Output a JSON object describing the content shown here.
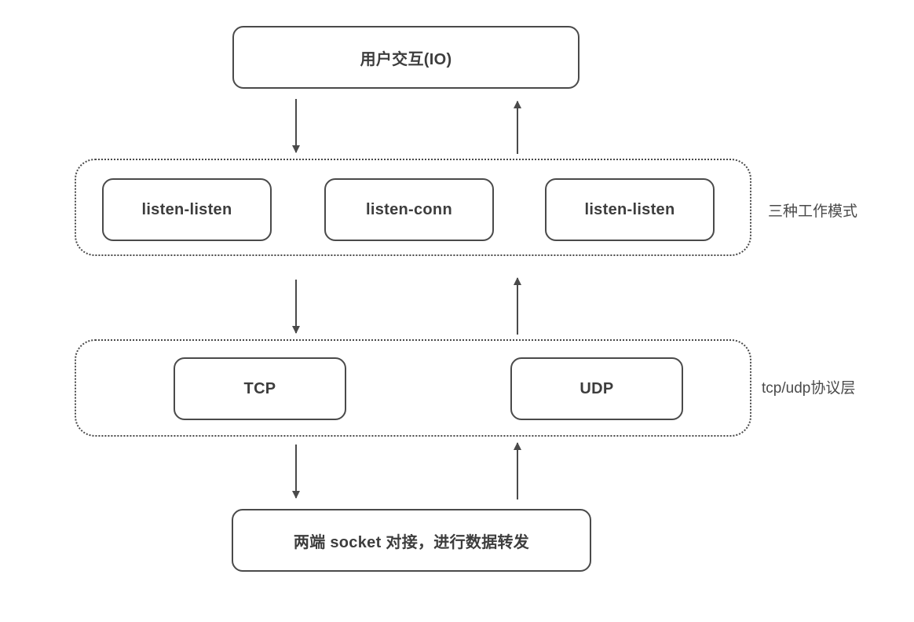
{
  "diagram": {
    "top_node": {
      "label": "用户交互(IO)"
    },
    "modes_group": {
      "label": "三种工作模式",
      "items": [
        {
          "label": "listen-listen"
        },
        {
          "label": "listen-conn"
        },
        {
          "label": "listen-listen"
        }
      ]
    },
    "protocol_group": {
      "label": "tcp/udp协议层",
      "items": [
        {
          "label": "TCP"
        },
        {
          "label": "UDP"
        }
      ]
    },
    "bottom_node": {
      "label": "两端 socket 对接，进行数据转发"
    },
    "edges": [
      {
        "from": "user-io",
        "to": "modes-group",
        "direction": "down"
      },
      {
        "from": "modes-group",
        "to": "user-io",
        "direction": "up"
      },
      {
        "from": "modes-group",
        "to": "protocol-group",
        "direction": "down"
      },
      {
        "from": "protocol-group",
        "to": "modes-group",
        "direction": "up"
      },
      {
        "from": "protocol-group",
        "to": "socket-forward",
        "direction": "down"
      },
      {
        "from": "socket-forward",
        "to": "protocol-group",
        "direction": "up"
      }
    ],
    "colors": {
      "border": "#4a4a4a",
      "text": "#3d3d3d",
      "background": "#ffffff"
    }
  }
}
